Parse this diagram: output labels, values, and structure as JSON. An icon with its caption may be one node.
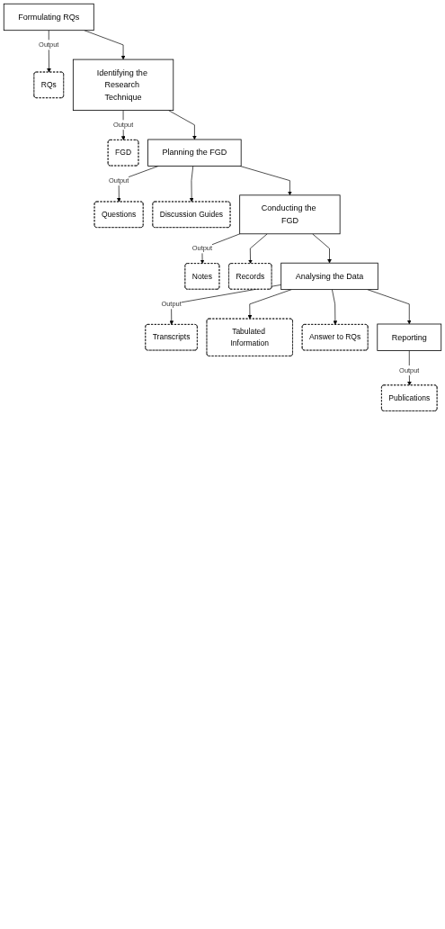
{
  "diagram": {
    "nodes": [
      {
        "text": [
          "Formulating RQs"
        ]
      },
      {
        "text": [
          "RQs"
        ]
      },
      {
        "text": [
          "Identifying the Research Technique"
        ]
      },
      {
        "text": [
          "FGD"
        ]
      },
      {
        "text": [
          "Planning the FGD"
        ]
      },
      {
        "text": [
          "Questions"
        ]
      },
      {
        "text": [
          "Discussion Guides"
        ]
      },
      {
        "text": [
          "Conducting the FGD"
        ]
      },
      {
        "text": [
          "Notes"
        ]
      },
      {
        "text": [
          "Records"
        ]
      },
      {
        "text": [
          "Analysing the Data"
        ]
      },
      {
        "text": [
          "Transcripts"
        ]
      },
      {
        "text": [
          "Tabulated Information"
        ]
      },
      {
        "text": [
          "Answer to RQs"
        ]
      },
      {
        "text": [
          "Reporting"
        ]
      },
      {
        "text": [
          "Publications"
        ]
      }
    ],
    "edges": [
      {
        "from": 0,
        "to": 1,
        "arrow": "to",
        "label": "Output"
      },
      {
        "from": 0,
        "to": 2,
        "arrow": "to"
      },
      {
        "from": 2,
        "to": 3,
        "arrow": "to",
        "label": "Output"
      },
      {
        "from": 2,
        "to": 4,
        "arrow": "to"
      },
      {
        "from": 4,
        "to": 5,
        "arrow": "to",
        "label": "Output"
      },
      {
        "from": 4,
        "to": 6,
        "arrow": "to"
      },
      {
        "from": 4,
        "to": 7,
        "arrow": "to"
      },
      {
        "from": 7,
        "to": 8,
        "arrow": "to",
        "label": "Output"
      },
      {
        "from": 7,
        "to": 9,
        "arrow": "to"
      },
      {
        "from": 7,
        "to": 10,
        "arrow": "to"
      },
      {
        "from": 10,
        "to": 11,
        "arrow": "to",
        "label": "Output"
      },
      {
        "from": 10,
        "to": 12,
        "arrow": "to"
      },
      {
        "from": 10,
        "to": 13,
        "arrow": "to"
      },
      {
        "from": 10,
        "to": 14,
        "arrow": "to"
      },
      {
        "from": 14,
        "to": 15,
        "arrow": "to",
        "label": "Output"
      }
    ]
  }
}
